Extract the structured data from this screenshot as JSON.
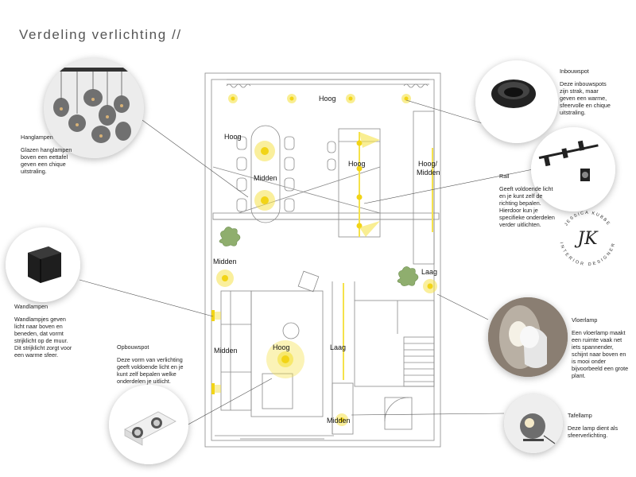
{
  "title": "Verdeling verlichting  //",
  "plan_labels": {
    "hoog_top": "Hoog",
    "hoog_left": "Hoog",
    "midden_table": "Midden",
    "hoog_right": "Hoog",
    "hoog_midden_1": "Hoog/",
    "hoog_midden_2": "Midden",
    "midden_plant": "Midden",
    "laag_plant": "Laag",
    "midden_sofa": "Midden",
    "hoog_living": "Hoog",
    "laag_hall": "Laag",
    "midden_entry": "Midden"
  },
  "fixtures": {
    "hanglampen": {
      "title": "Hanglampen",
      "desc": "Glazen hanglampen boven een eettafel geven een chique uitstraling."
    },
    "inbouwspot": {
      "title": "Inbouwspot",
      "desc": "Deze inbouwspots zijn strak, maar geven een warme, sfeervolle en chique uitstraling."
    },
    "rail": {
      "title": "Rail",
      "desc": "Geeft voldoende licht en je kunt zelf de richting bepalen. Hierdoor kun je specifieke onderdelen verder uitlichten."
    },
    "wandlampen": {
      "title": "Wandlampen",
      "desc": "Wandlampjes geven licht naar boven en beneden, dat vormt strijklicht op de muur. Dit strijklicht zorgt voor een warme sfeer."
    },
    "opbouwspot": {
      "title": "Opbouwspot",
      "desc": "Deze vorm van verlichting geeft voldoende licht en je kunt zelf bepalen welke onderdelen je uitlicht."
    },
    "vloerlamp": {
      "title": "Vloerlamp",
      "desc": "Een vloerlamp maakt een ruimte vaak net iets spannender, schijnt naar boven en is mooi onder bijvoorbeeld een grote plant."
    },
    "tafellamp": {
      "title": "Tafellamp",
      "desc": "Deze lamp dient als sfeerverlichting."
    }
  },
  "logo": {
    "initials": "JK",
    "arc_top": "JESSICA KUBBE",
    "arc_bottom": "INTERIOR DESIGNER"
  },
  "colors": {
    "light": "#f5e24a",
    "light_core": "#f2d416",
    "line": "#8a8a8a",
    "plant": "#8fae6e"
  }
}
